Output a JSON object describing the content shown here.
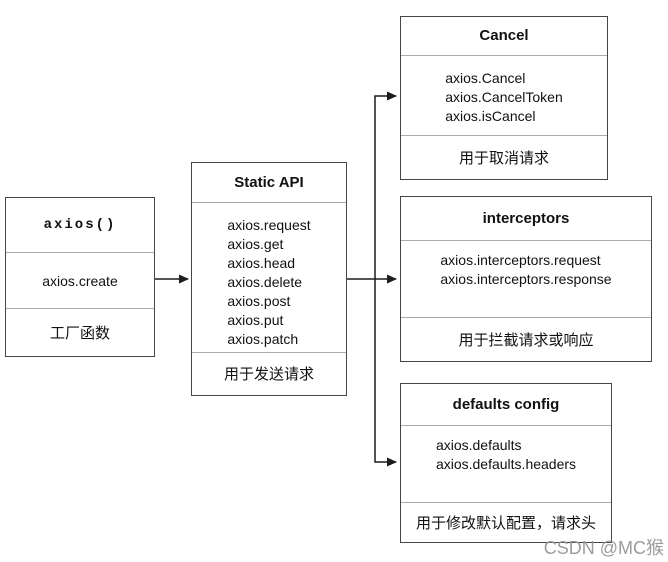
{
  "watermark": "CSDN @MC猴",
  "colors": {
    "background": "#ffffff",
    "box_border": "#464646",
    "divider": "#ababab",
    "connector_line": "#1c1c1c",
    "text": "#111111",
    "watermark": "#949494"
  },
  "nodes": {
    "axios": {
      "title": "axios()",
      "method": "axios.create",
      "desc": "工厂函数"
    },
    "static_api": {
      "title": "Static API",
      "items": [
        "axios.request",
        "axios.get",
        "axios.head",
        "axios.delete",
        "axios.post",
        "axios.put",
        "axios.patch"
      ],
      "desc": "用于发送请求"
    },
    "cancel": {
      "title": "Cancel",
      "items": [
        "axios.Cancel",
        "axios.CancelToken",
        "axios.isCancel"
      ],
      "desc": "用于取消请求"
    },
    "interceptors": {
      "title": "interceptors",
      "items": [
        "axios.interceptors.request",
        "axios.interceptors.response"
      ],
      "desc": "用于拦截请求或响应"
    },
    "defaults_config": {
      "title": "defaults config",
      "items": [
        "axios.defaults",
        "axios.defaults.headers"
      ],
      "desc": "用于修改默认配置，请求头"
    }
  }
}
